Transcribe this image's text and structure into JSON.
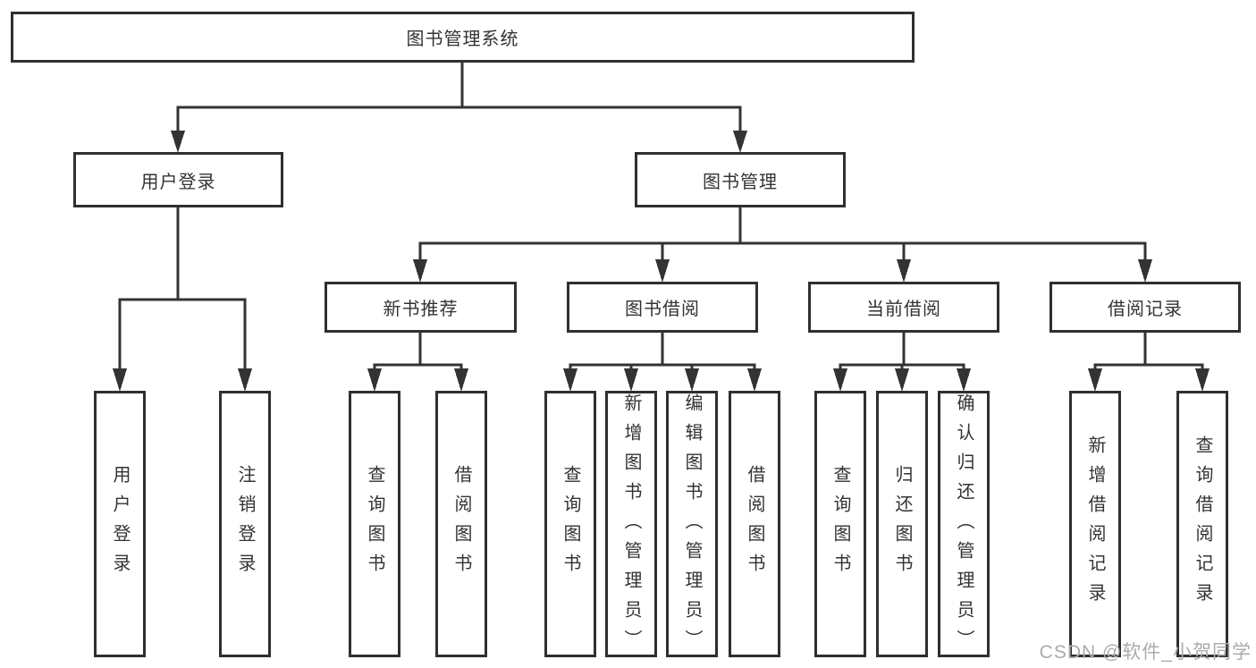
{
  "diagram": {
    "root": {
      "label": "图书管理系统"
    },
    "branches": [
      {
        "label": "用户登录",
        "children": [
          {
            "label": "用户登录"
          },
          {
            "label": "注销登录"
          }
        ]
      },
      {
        "label": "图书管理",
        "children": [
          {
            "label": "新书推荐",
            "children": [
              {
                "label": "查询图书"
              },
              {
                "label": "借阅图书"
              }
            ]
          },
          {
            "label": "图书借阅",
            "children": [
              {
                "label": "查询图书"
              },
              {
                "label": "新增图书（管理员）"
              },
              {
                "label": "编辑图书（管理员）"
              },
              {
                "label": "借阅图书"
              }
            ]
          },
          {
            "label": "当前借阅",
            "children": [
              {
                "label": "查询图书"
              },
              {
                "label": "归还图书"
              },
              {
                "label": "确认归还（管理员）"
              }
            ]
          },
          {
            "label": "借阅记录",
            "children": [
              {
                "label": "新增借阅记录"
              },
              {
                "label": "查询借阅记录"
              }
            ]
          }
        ]
      }
    ],
    "watermark": "CSDN @软件_小贺同学",
    "colors": {
      "line": "#333333",
      "box_border": "#2f2f2f",
      "box_bg": "#ffffff",
      "text": "#333333",
      "watermark": "#ababab",
      "background": "#ffffff"
    }
  }
}
